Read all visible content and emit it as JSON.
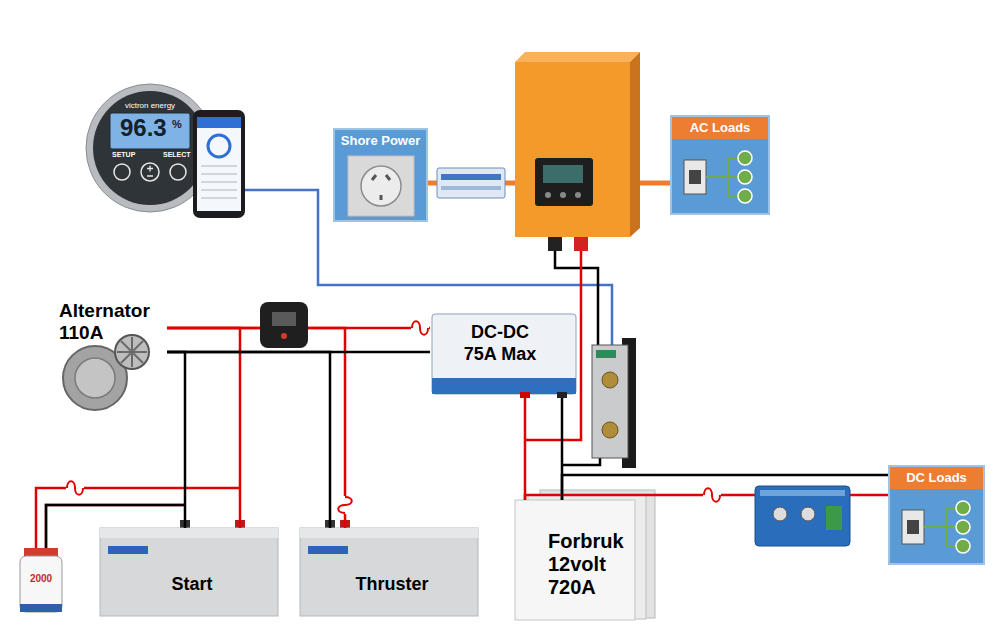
{
  "diagram": {
    "nodes": [
      {
        "text": [
          "Shore Power"
        ]
      },
      {
        "text": [
          "AC Loads"
        ]
      },
      {
        "text": [
          "Alternator 110A"
        ]
      },
      {
        "text": [
          "DC-DC 75A Max"
        ]
      },
      {
        "text": [
          "DC Loads"
        ]
      },
      {
        "text": [
          "Start"
        ]
      },
      {
        "text": [
          "Thruster"
        ]
      },
      {
        "text": [
          "Forbruk 12volt 720A"
        ]
      }
    ],
    "edges": [
      {
        "from": 2,
        "to": 5,
        "arrow": "none"
      },
      {
        "from": 2,
        "to": 5,
        "arrow": "none"
      },
      {
        "from": 2,
        "to": 6,
        "arrow": "none"
      },
      {
        "from": 2,
        "to": 6,
        "arrow": "none"
      },
      {
        "from": 2,
        "to": 3,
        "arrow": "none"
      },
      {
        "from": 2,
        "to": 3,
        "arrow": "none"
      },
      {
        "from": 3,
        "to": 7,
        "arrow": "none"
      },
      {
        "from": 3,
        "to": 7,
        "arrow": "none"
      },
      {
        "from": 7,
        "to": 4,
        "arrow": "none"
      },
      {
        "from": 7,
        "to": 4,
        "arrow": "none"
      }
    ],
    "labels": [
      "victron energy",
      "96.3",
      "%",
      "SETUP",
      "SELECT",
      "2000"
    ]
  }
}
